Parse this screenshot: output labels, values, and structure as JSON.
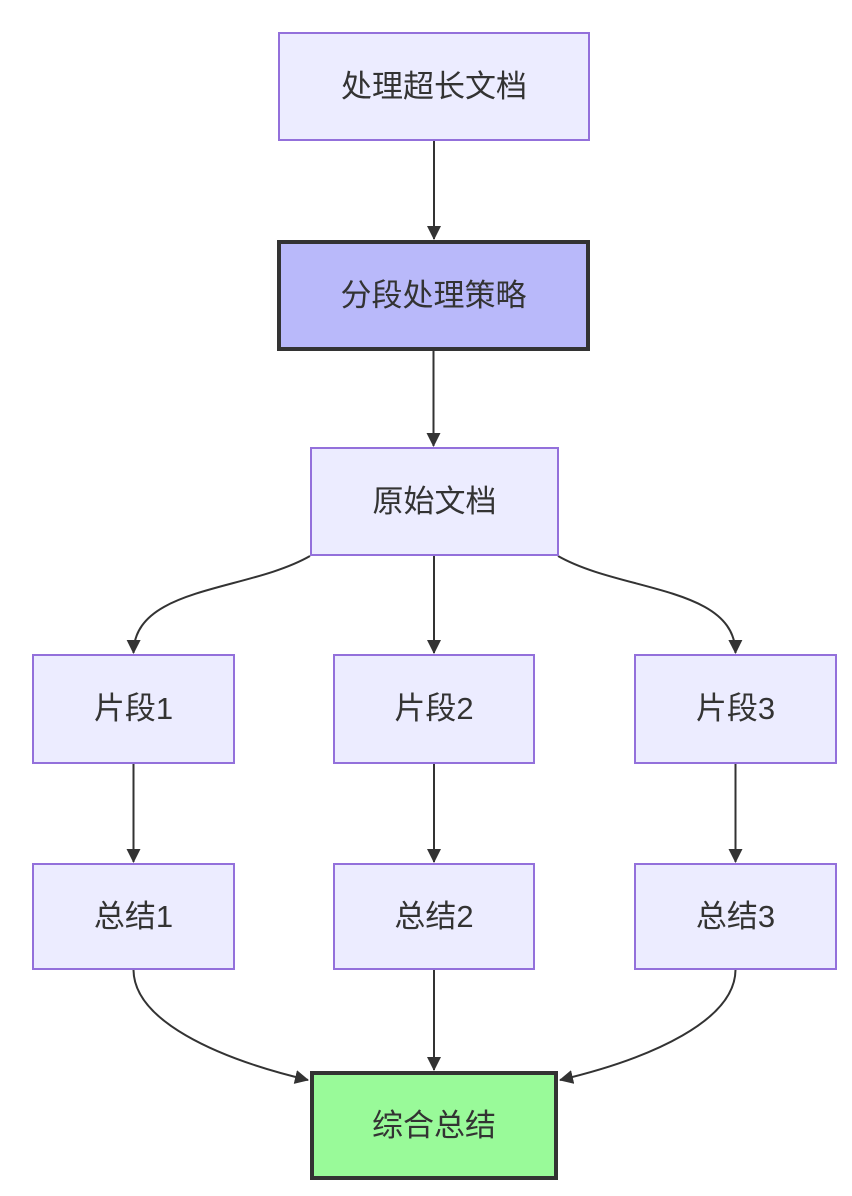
{
  "diagram": {
    "type": "flowchart",
    "direction": "top-down",
    "background": "#ffffff",
    "colors": {
      "node_fill": "#ECECFF",
      "node_border": "#9370DB",
      "highlight_fill": "#b9b9fa",
      "highlight_border": "#333333",
      "result_fill": "#99fa99",
      "result_border": "#333333",
      "text": "#333333",
      "edge": "#333333"
    },
    "nodes": [
      {
        "id": "a",
        "label": "处理超长文档",
        "style": "default"
      },
      {
        "id": "b",
        "label": "分段处理策略",
        "style": "highlight"
      },
      {
        "id": "c",
        "label": "原始文档",
        "style": "default"
      },
      {
        "id": "d1",
        "label": "片段1",
        "style": "default"
      },
      {
        "id": "d2",
        "label": "片段2",
        "style": "default"
      },
      {
        "id": "d3",
        "label": "片段3",
        "style": "default"
      },
      {
        "id": "e1",
        "label": "总结1",
        "style": "default"
      },
      {
        "id": "e2",
        "label": "总结2",
        "style": "default"
      },
      {
        "id": "e3",
        "label": "总结3",
        "style": "default"
      },
      {
        "id": "f",
        "label": "综合总结",
        "style": "result"
      }
    ],
    "edges": [
      {
        "from": "a",
        "to": "b"
      },
      {
        "from": "b",
        "to": "c"
      },
      {
        "from": "c",
        "to": "d1"
      },
      {
        "from": "c",
        "to": "d2"
      },
      {
        "from": "c",
        "to": "d3"
      },
      {
        "from": "d1",
        "to": "e1"
      },
      {
        "from": "d2",
        "to": "e2"
      },
      {
        "from": "d3",
        "to": "e3"
      },
      {
        "from": "e1",
        "to": "f"
      },
      {
        "from": "e2",
        "to": "f"
      },
      {
        "from": "e3",
        "to": "f"
      }
    ]
  }
}
